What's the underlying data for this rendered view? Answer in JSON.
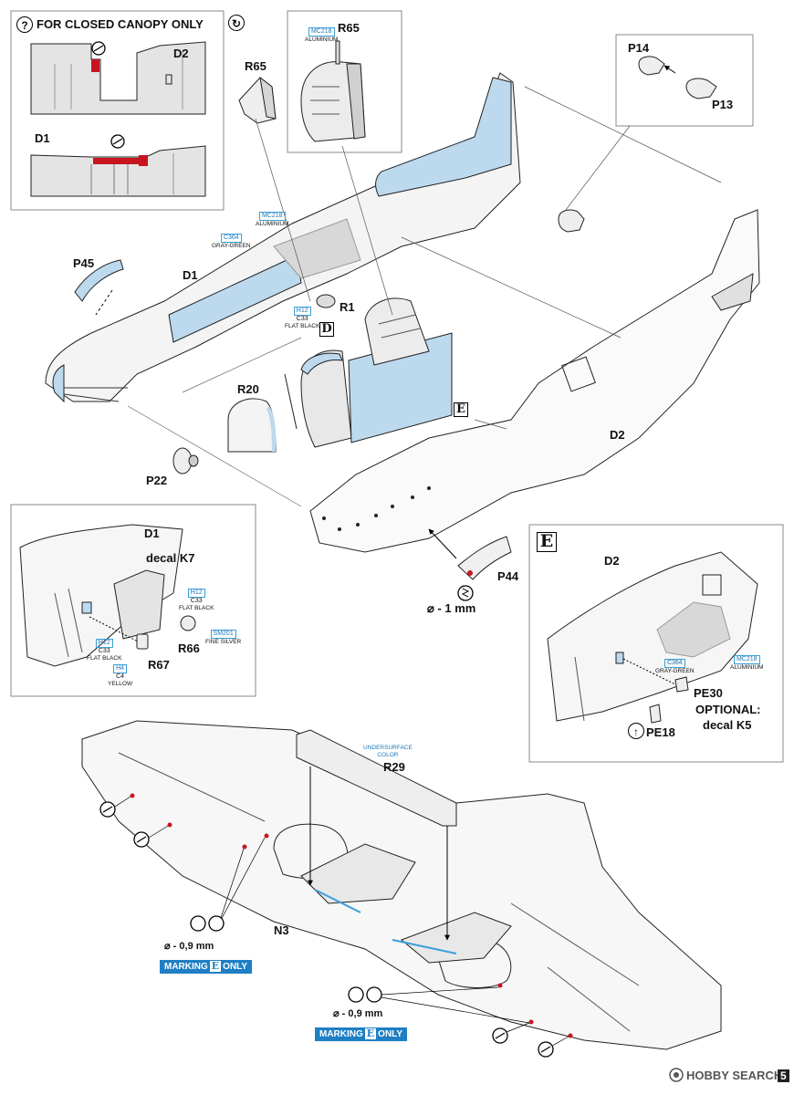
{
  "inset_closed_canopy": {
    "title": "FOR CLOSED CANOPY ONLY",
    "label_d2": "D2",
    "label_d1": "D1"
  },
  "top_parts": {
    "r65_a": "R65",
    "r65_b": "R65",
    "mc218_code": "MC218",
    "mc218_name": "ALUMINIUM",
    "p14": "P14",
    "p13": "P13"
  },
  "fuselage": {
    "p45": "P45",
    "d1": "D1",
    "r1": "R1",
    "d_box": "D",
    "r20": "R20",
    "p22": "P22",
    "e_box": "E",
    "d2": "D2",
    "mc218_code": "MC218",
    "mc218_name": "ALUMINIUM",
    "c364_code": "C364",
    "c364_name": "GRAY-GREEN",
    "h12_code": "H12",
    "h12_c": "C33",
    "h12_name": "FLAT BLACK"
  },
  "inset_d1": {
    "d1": "D1",
    "decal": "decal K7",
    "r66": "R66",
    "r67": "R67",
    "paint_a_code": "H12",
    "paint_a_c": "C33",
    "paint_a_name": "FLAT BLACK",
    "paint_b_code": "SM201",
    "paint_b_name": "FINE SILVER",
    "paint_c_code": "H12",
    "paint_c_c": "C33",
    "paint_c_name": "FLAT BLACK",
    "paint_d_code": "H4",
    "paint_d_c": "C4",
    "paint_d_name": "YELLOW"
  },
  "p44": {
    "label": "P44",
    "drill": "⌀ - 1 mm"
  },
  "inset_e": {
    "box": "E",
    "d2": "D2",
    "pe30": "PE30",
    "optional": "OPTIONAL:",
    "decal": "decal K5",
    "pe18": "PE18",
    "c364_code": "C364",
    "c364_name": "GRAY-GREEN",
    "mc218_code": "MC218",
    "mc218_name": "ALUMINIUM"
  },
  "wing": {
    "r29": "R29",
    "r29_paint_a": "UNDERSURFACE",
    "r29_paint_b": "COLOR",
    "n3": "N3",
    "drill_left": "⌀ - 0,9  mm",
    "drill_right": "⌀ - 0,9  mm",
    "marking_left_a": "MARKING",
    "marking_left_e": "E",
    "marking_left_b": "ONLY",
    "marking_right_a": "MARKING",
    "marking_right_e": "E",
    "marking_right_b": "ONLY"
  },
  "footer": {
    "watermark": "HOBBY SEARCH",
    "page": "5"
  },
  "colors": {
    "light_blue": "#bcd9ee",
    "red": "#c8141e",
    "gray_fill": "#d8d8d8",
    "blue_label": "#1f7fc4"
  }
}
